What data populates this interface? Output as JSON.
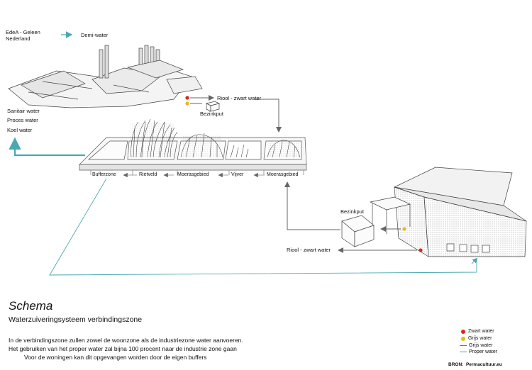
{
  "top_left": {
    "location_line1": "EdeA - Geleen",
    "location_line2": "Nederland",
    "demi_water": "Demi-water",
    "factory_uses": [
      "Sanitair water",
      "Proces water",
      "Koel water"
    ]
  },
  "factory_outputs": {
    "riool": "Riool - zwart water",
    "bezinkput": "Bezinkput"
  },
  "zones": [
    "Bufferzone",
    "Rietveld",
    "Moerasgebied",
    "Vijver",
    "Moerasgebied"
  ],
  "building": {
    "bezinkput": "Bezinkput",
    "riool": "Riool - zwart water"
  },
  "title": "Schema",
  "subtitle": "Waterzuiveringsysteem verbindingszone",
  "description": [
    "In de verbindingszone zullen zowel de woonzone als de industriezone water aanvoeren.",
    "Het gebruiken van het proper water zal bijna 100 procent naar de industrie zone gaan",
    "Voor de woningen kan dit opgevangen worden door de eigen buffers"
  ],
  "legend": [
    {
      "label": "Zwart water",
      "kind": "dot",
      "color": "#d42a1e"
    },
    {
      "label": "Grijs water",
      "kind": "dot",
      "color": "#e8b820"
    },
    {
      "label": "Grijs water",
      "kind": "line",
      "color": "#777777"
    },
    {
      "label": "Proper water",
      "kind": "line",
      "color": "#4aa8b0"
    }
  ],
  "source": {
    "prefix": "BRON:",
    "name": "Permacultuur.eu"
  },
  "colors": {
    "clean": "#4aa8b0",
    "grey": "#777777",
    "black_dot": "#d42a1e",
    "grey_dot": "#e8b820"
  }
}
